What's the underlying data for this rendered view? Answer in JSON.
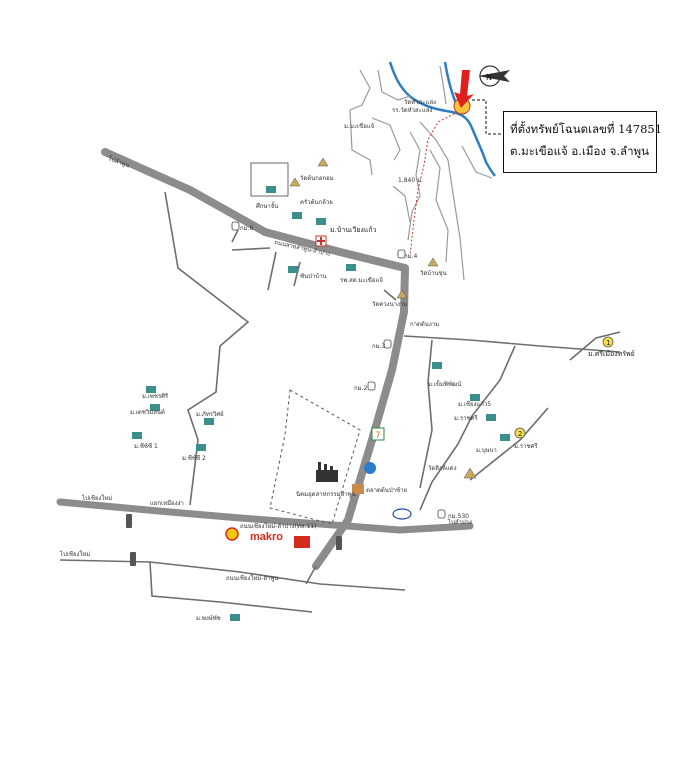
{
  "callout": {
    "line1": "ที่ตั้งทรัพย์โฉนดเลขที่ 147851",
    "line2": "ต.มะเขือแจ้ อ.เมือง จ.ลำพูน"
  },
  "compass": {
    "letter": "N"
  },
  "labels": {
    "wat_hat_sang": "วัดหัวสะแล่ง",
    "ban_hat_sang": "รร.วัดหัวสะแล่ง",
    "mae_kuen_jae": "ม.มะเขือแจ้",
    "distance": "1,840 ม.",
    "wat_ton_kok": "วัดต้นกอกอม",
    "sakrajeng": "ศึกษาจั้น",
    "kru_ton_kluai": "ครัวต้นกล้วย",
    "ban_wiang_kaew": "ม.บ้านเวียงแก้ว",
    "km6": "กม.6",
    "km4": "กม.4",
    "wat_ban_khum": "วัดบ้านขุ่น",
    "san_pa_thong": "ซันป่าบ้าน",
    "rp_makhuea": "รพ.สต.มะเขือแจ้",
    "wat_khuang": "วัดควงนางาม",
    "road_main": "ถนนสายลำพูน-ลำปาง",
    "highway_11": "ถนนเชียงใหม่-ลำปาง(ทล.11)",
    "road_cm_lp": "ถนนเชียงใหม่-ลำพูน",
    "kad_ton_ngeam": "กาดต้นงาม",
    "km3": "กม.3",
    "km2": "กม.2",
    "km530": "กม.530",
    "m_srimuang": "ม.ศรีเมืองทรัพย์",
    "m_chem_phiphat": "ม.เข็มพิพัฒน์",
    "m_chiang_kaew35": "ม.เชียงแก้ว5",
    "m_rasri": "ม.ราชศรี",
    "m_rasri2": "ม.ราชศรี",
    "m_bunbaa": "ม.บุษบา",
    "wat_sing_taeng": "วัดสิงห์แต่ง",
    "industrial": "นิคมอุตสาหกรรมลำพูน",
    "market": "ตลาดต้นป่าซ้าย",
    "to_lampang": "ไปลำปาง",
    "m_phet_siri": "ม.เพชรศิริ",
    "m_detmoon": "ม.เดชวิมลนต์",
    "m_sisri1": "ม.ซีซ์ซี 1",
    "m_sisri2": "ม.ซีซ์ซี 2",
    "m_tatsoi": "ม.ภัทรวิศย์",
    "mae_ngiem_chia": "แยกเหมืองง่า",
    "to_chiangmai_1": "ไปเชียงใหม่",
    "to_chiangmai_2": "ไปเชียงใหม่",
    "to_lamphun": "ไปลำพูน",
    "m_phongphat": "ม.พงษ์พัช",
    "makro": "makro",
    "shell": "Shell",
    "esso": "Esso",
    "seven": "7"
  },
  "colors": {
    "road": "#8c8c8c",
    "minor_road": "#6e6e6e",
    "river": "#2f7fc0",
    "arrow": "#e0201c",
    "callout_border": "#111111",
    "marker_fill": "#f2c53a"
  }
}
